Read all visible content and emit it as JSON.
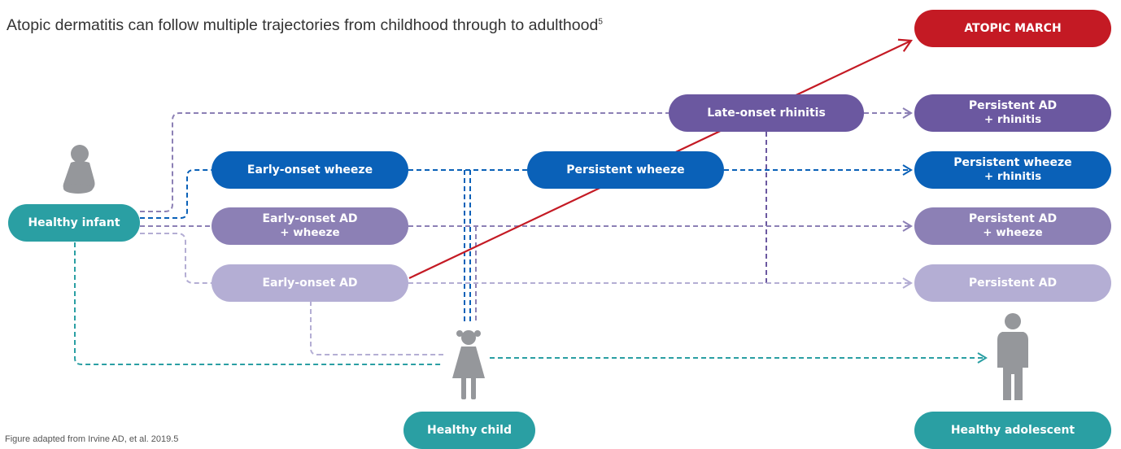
{
  "title": {
    "text": "Atopic dermatitis can follow multiple trajectories from childhood through to adulthood",
    "ref": "5"
  },
  "footnote": "Figure adapted from Irvine AD, et al. 2019.5",
  "nodes": {
    "healthy_infant": "Healthy infant",
    "early_onset_wheeze": "Early-onset wheeze",
    "early_onset_ad_wheeze": {
      "line1": "Early-onset AD",
      "line2": "+ wheeze"
    },
    "early_onset_ad": "Early-onset AD",
    "late_onset_rhinitis": "Late-onset rhinitis",
    "persistent_wheeze": "Persistent wheeze",
    "atopic_march": "ATOPIC MARCH",
    "persistent_ad_rhinitis": {
      "line1": "Persistent AD",
      "line2": "+ rhinitis"
    },
    "persistent_wheeze_rhinitis": {
      "line1": "Persistent wheeze",
      "line2": "+ rhinitis"
    },
    "persistent_ad_wheeze": {
      "line1": "Persistent AD",
      "line2": "+ wheeze"
    },
    "persistent_ad": "Persistent AD",
    "healthy_child": "Healthy child",
    "healthy_adolescent": "Healthy adolescent"
  },
  "colors": {
    "teal": "#2a9fa3",
    "blue": "#0a61b8",
    "purple": "#6b58a0",
    "mauve": "#8c80b5",
    "lilac": "#b4aed4",
    "red": "#c41a24",
    "figure_gray": "#95979b"
  },
  "icons": [
    "infant-figure-icon",
    "child-figure-icon",
    "adolescent-figure-icon"
  ]
}
